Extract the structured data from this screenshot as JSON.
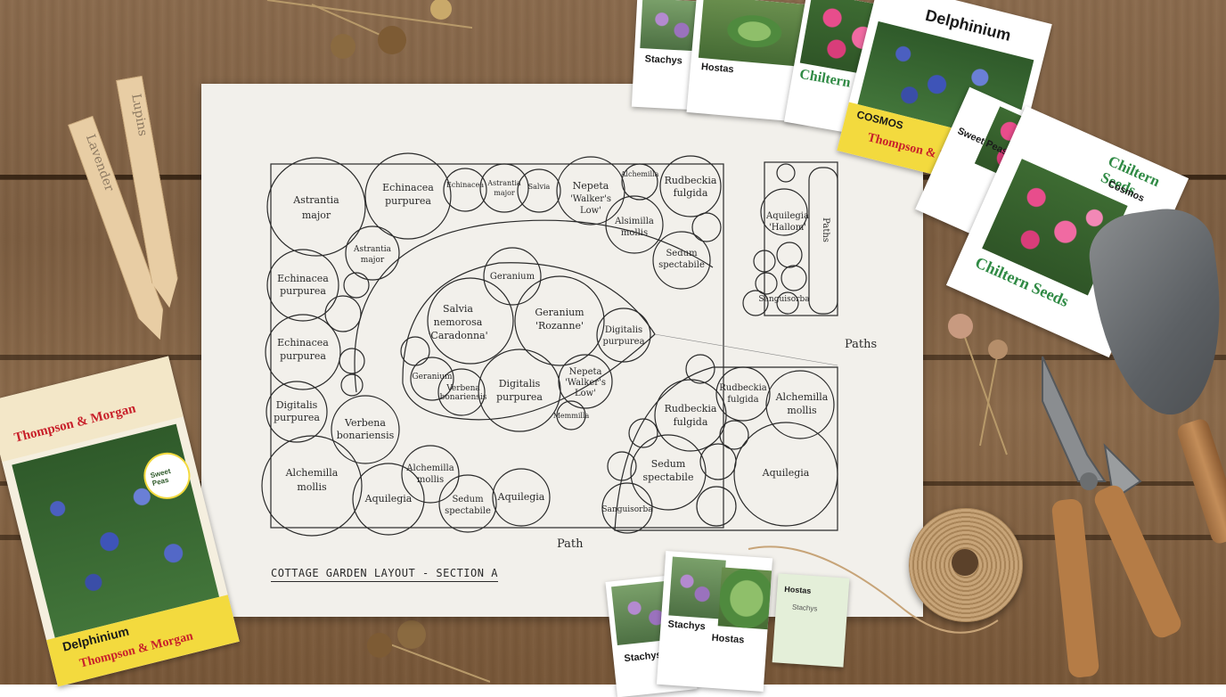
{
  "plan": {
    "caption": "COTTAGE GARDEN LAYOUT - SECTION A",
    "path_labels": [
      "Paths",
      "Path"
    ],
    "plants": [
      "Astrantia major",
      "Echinacea purpurea",
      "Echinacea",
      "Astrantia",
      "Salvia",
      "Nepeta",
      "Alchemilla",
      "Rudbeckia fulgida",
      "Alsimilla mollis",
      "Sedum spectabile",
      "Echinacea purpurea",
      "Astrantia major",
      "Echinacea purpurea",
      "Salvia nemorosa 'Caradonna'",
      "Geranium",
      "Geranium 'Rozanne'",
      "Digitalis purpurea",
      "Digitalis purpurea",
      "Verbena bonariensis",
      "Geranium",
      "Verbena bonariensis",
      "Digitalis purpurea",
      "Nepeta 'Walker's Low'",
      "Alchemilla mollis",
      "Alchemilla mollis",
      "Aquilegia",
      "Sedum spectabile",
      "Aquilegia",
      "Aquilegia 'Hallom'",
      "Sanguisorba",
      "Rudbeckia fulgida",
      "Rudbeckia fulgida",
      "Alchemilla mollis",
      "Sedum spectabile",
      "Aquilegia",
      "Sanguisorba",
      "Memmilla"
    ]
  },
  "labels": {
    "lavender": "Lavender",
    "lupins": "Lupins"
  },
  "packets": {
    "stachys_top": {
      "name": "Stachys"
    },
    "hostas_top": {
      "name": "Hostas"
    },
    "delphinium_top": {
      "name": "Delphinium"
    },
    "cosmos_chiltern": {
      "brand": "Chiltern",
      "name": "COSMOS"
    },
    "thompson_top": {
      "brand": "Thompson & Morgan"
    },
    "sweet_peas": {
      "name": "Sweet Peas"
    },
    "chiltern_right": {
      "brand": "Chiltern Seeds",
      "name": "Cosmos",
      "footer": "Chiltern Seeds"
    },
    "thompson_left": {
      "brand": "Thompson & Morgan",
      "badge": "Sweet Peas",
      "name": "Delphinium",
      "footer_brand": "Thompson & Morgan"
    },
    "stachys_bottom": {
      "name": "Stachys"
    },
    "hostas_bottom": {
      "name": "Hostas"
    },
    "stachys_bottom2": {
      "name": "Stachys"
    },
    "hostas_card": {
      "title": "Hostas",
      "item": "Stachys"
    }
  },
  "colors": {
    "table_wood": "#7c5d40",
    "paper": "#f2f0eb",
    "pencil": "#2a2a2a",
    "chiltern_green": "#2f8a44",
    "tm_red": "#c8202a",
    "tm_yellow": "#f3da3e"
  }
}
